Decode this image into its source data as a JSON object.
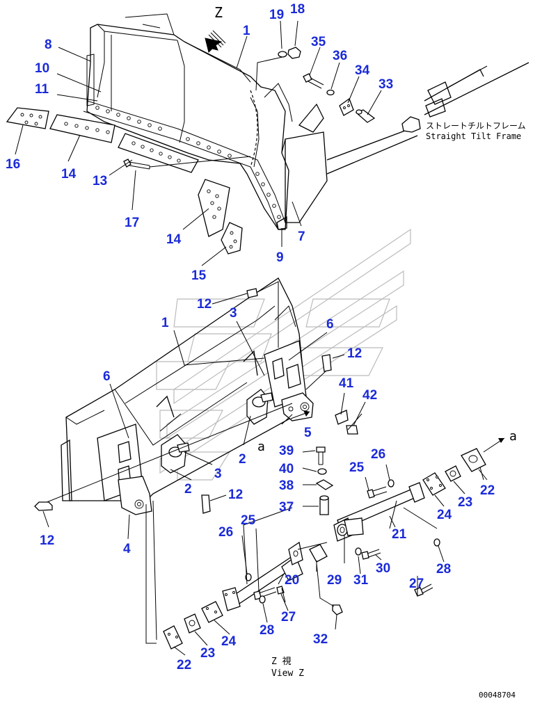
{
  "view_label": "Z",
  "frame_label_jp": "ストレートチルトフレーム",
  "frame_label_en": "Straight Tilt Frame",
  "view_caption_jp": "Z 視",
  "view_caption_en": "View Z",
  "arrow_a_1": "a",
  "arrow_a_2": "a",
  "doc_number": "00048704",
  "callouts": {
    "top_1": "1",
    "top_19": "19",
    "top_18": "18",
    "top_35": "35",
    "top_36": "36",
    "top_34": "34",
    "top_33": "33",
    "top_8": "8",
    "top_10": "10",
    "top_11": "11",
    "top_16": "16",
    "top_14a": "14",
    "top_13": "13",
    "top_17": "17",
    "top_14b": "14",
    "top_15": "15",
    "top_7": "7",
    "top_9": "9",
    "bot_12a": "12",
    "bot_3a": "3",
    "bot_1": "1",
    "bot_6a": "6",
    "bot_12b": "12",
    "bot_41": "41",
    "bot_42": "42",
    "bot_6b": "6",
    "bot_5": "5",
    "bot_2a": "2",
    "bot_3b": "3",
    "bot_2b": "2",
    "bot_12c": "12",
    "bot_12d": "12",
    "bot_4": "4",
    "bot_39": "39",
    "bot_40": "40",
    "bot_38": "38",
    "bot_37": "37",
    "bot_25a": "25",
    "bot_26a": "26",
    "bot_22a": "22",
    "bot_23a": "23",
    "bot_24a": "24",
    "bot_21": "21",
    "bot_26b": "26",
    "bot_25b": "25",
    "bot_20": "20",
    "bot_29": "29",
    "bot_31": "31",
    "bot_30": "30",
    "bot_27a": "27",
    "bot_28a": "28",
    "bot_27b": "27",
    "bot_28b": "28",
    "bot_32": "32",
    "bot_24b": "24",
    "bot_23b": "23",
    "bot_22b": "22"
  }
}
